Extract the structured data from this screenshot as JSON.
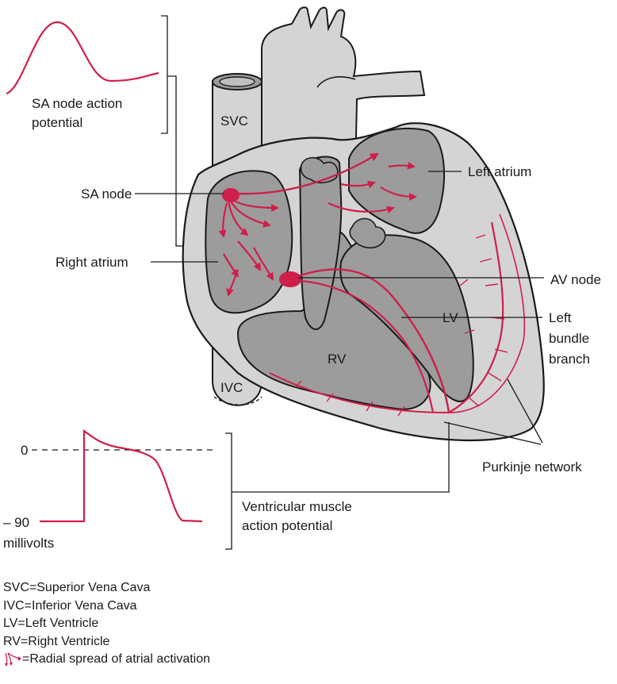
{
  "colors": {
    "conduction": "#cf1f4a",
    "chamber": "#9c9c9c",
    "vessel": "#d4d4d4",
    "outline": "#1a1a1a"
  },
  "labels": {
    "sa_ap_line1": "SA node action",
    "sa_ap_line2": "potential",
    "svc": "SVC",
    "sa_node": "SA node",
    "left_atrium": "Left atrium",
    "right_atrium": "Right atrium",
    "av_node": "AV node",
    "lv": "LV",
    "left_bundle_line1": "Left",
    "left_bundle_line2": "bundle",
    "left_bundle_line3": "branch",
    "rv": "RV",
    "ivc": "IVC",
    "zero": "0",
    "minus90": "– 90",
    "millivolts": "millivolts",
    "purkinje": "Purkinje network",
    "vm_ap_line1": "Ventricular muscle",
    "vm_ap_line2": "action potential"
  },
  "legend": [
    "SVC=Superior Vena Cava",
    "IVC=Inferior Vena Cava",
    "LV=Left Ventricle",
    "RV=Right Ventricle"
  ],
  "legend_symbol_text": "=Radial spread of atrial activation",
  "legend_symbol_icon": "radial-spread-arrows-icon"
}
